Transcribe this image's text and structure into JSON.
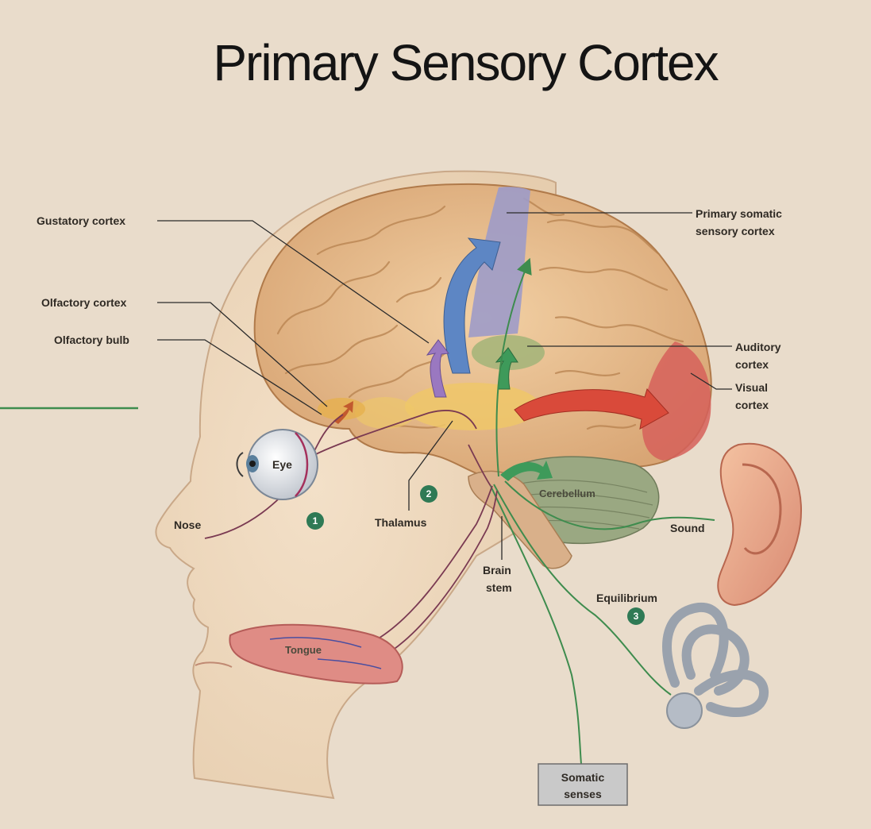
{
  "title": "Primary  Sensory Cortex",
  "labels": {
    "gustatory_cortex": "Gustatory cortex",
    "olfactory_cortex": "Olfactory cortex",
    "olfactory_bulb": "Olfactory bulb",
    "primary_somatic_1": "Primary somatic",
    "primary_somatic_2": "sensory cortex",
    "auditory_1": "Auditory",
    "auditory_2": "cortex",
    "visual_1": "Visual",
    "visual_2": "cortex",
    "eye": "Eye",
    "nose": "Nose",
    "thalamus": "Thalamus",
    "cerebellum": "Cerebellum",
    "sound": "Sound",
    "brain_stem_1": "Brain",
    "brain_stem_2": "stem",
    "equilibrium": "Equilibrium",
    "tongue": "Tongue",
    "somatic_1": "Somatic",
    "somatic_2": "senses"
  },
  "markers": [
    "1",
    "2",
    "3"
  ],
  "colors": {
    "background": "#e9dccb",
    "brain": "#e7bf8f",
    "somatic_cortex": "#9d9bc8",
    "auditory_cortex": "#a6b57a",
    "visual_cortex": "#d6605a",
    "thalamus": "#eec768",
    "cerebellum": "#9aa882",
    "marker": "#2f7a55",
    "pathway_green": "#3e8c4e",
    "arrow_blue": "#5d86c4",
    "arrow_purple": "#9a78c0",
    "arrow_red": "#d94a3a"
  }
}
